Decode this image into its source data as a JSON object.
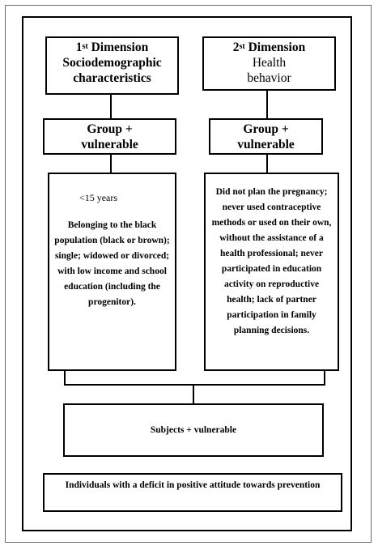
{
  "dimension1": {
    "number": "1",
    "ordinal_suffix": "st",
    "label": "Dimension",
    "title_line1": "Sociodemographic",
    "title_line2": "characteristics",
    "group_line1": "Group +",
    "group_line2": "vulnerable",
    "age": "<15 years",
    "description": "Belonging to the black population (black or brown); single; widowed or divorced; with low income and school education (including the progenitor)."
  },
  "dimension2": {
    "number": "2",
    "ordinal_suffix": "st",
    "label": "Dimension",
    "title_line1": "Health",
    "title_line2": "behavior",
    "group_line1": "Group +",
    "group_line2": "vulnerable",
    "description": "Did not plan the pregnancy; never used contraceptive methods or used on their own, without the assistance of a health professional; never participated in education activity on reproductive health; lack of partner participation in family planning decisions."
  },
  "subjects": "Subjects + vulnerable",
  "individuals": "Individuals with a deficit in positive attitude towards prevention"
}
